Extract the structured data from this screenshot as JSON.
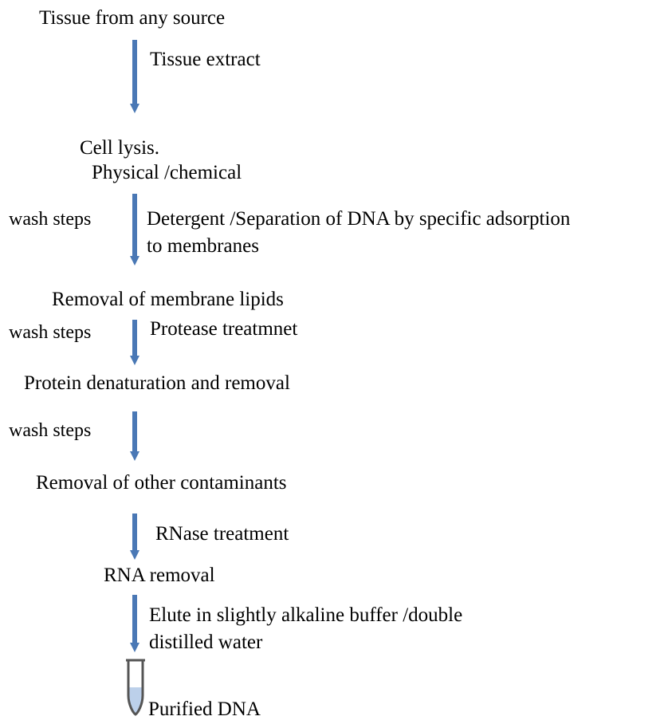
{
  "flow": {
    "step_source": "Tissue from any source",
    "label_extract": "Tissue extract",
    "step_lysis_line1": "Cell lysis.",
    "step_lysis_line2": "Physical /chemical",
    "wash_1": "wash steps",
    "label_detergent_line1": "Detergent /Separation of DNA by specific adsorption",
    "label_detergent_line2": "to membranes",
    "step_lipids": "Removal of membrane lipids",
    "wash_2": "wash steps",
    "label_protease": "Protease treatmnet",
    "step_protein": "Protein denaturation and removal",
    "wash_3": "wash steps",
    "step_contaminants": "Removal of other contaminants",
    "label_rnase": "RNase treatment",
    "step_rna": "RNA removal",
    "label_elute_line1": "Elute in slightly alkaline buffer /double",
    "label_elute_line2": "distilled water",
    "step_purified": "Purified DNA"
  },
  "colors": {
    "arrow": "#4a78b5",
    "tube_outline": "#555555",
    "tube_liquid": "#bcd0ea"
  },
  "icons": {
    "tube": "tube-icon"
  }
}
